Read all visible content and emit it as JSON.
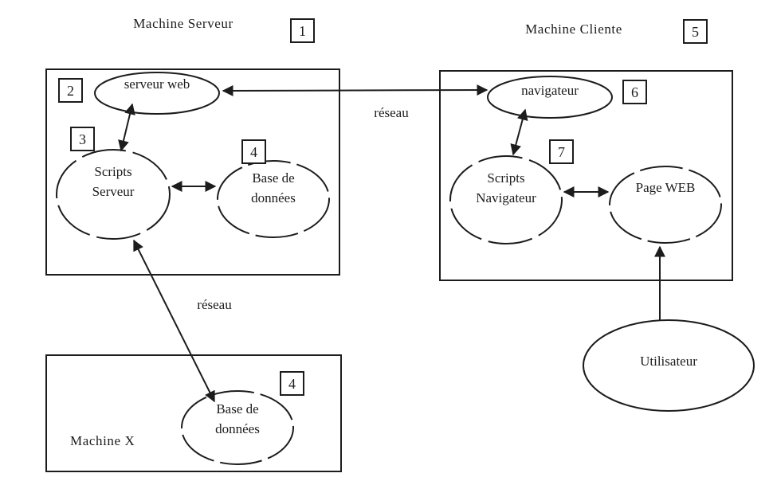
{
  "machines": {
    "server": {
      "title": "Machine Serveur",
      "badge": "1"
    },
    "client": {
      "title": "Machine Cliente",
      "badge": "5"
    },
    "x": {
      "title": "Machine X"
    }
  },
  "nodes": {
    "serveur_web": {
      "label": "serveur web",
      "badge": "2"
    },
    "scripts_serveur": {
      "lines": [
        "Scripts",
        "Serveur"
      ],
      "badge": "3"
    },
    "base_donnees_serveur": {
      "lines": [
        "Base de",
        "données"
      ],
      "badge": "4"
    },
    "navigateur": {
      "label": "navigateur",
      "badge": "6"
    },
    "scripts_navigateur": {
      "lines": [
        "Scripts",
        "Navigateur"
      ],
      "badge": "7"
    },
    "page_web": {
      "label": "Page WEB"
    },
    "base_donnees_x": {
      "lines": [
        "Base de",
        "données"
      ],
      "badge": "4"
    },
    "utilisateur": {
      "label": "Utilisateur"
    }
  },
  "labels": {
    "reseau_top": "réseau",
    "reseau_bottom": "réseau"
  },
  "colors": {
    "stroke": "#1c1c1c",
    "background": "#ffffff"
  }
}
